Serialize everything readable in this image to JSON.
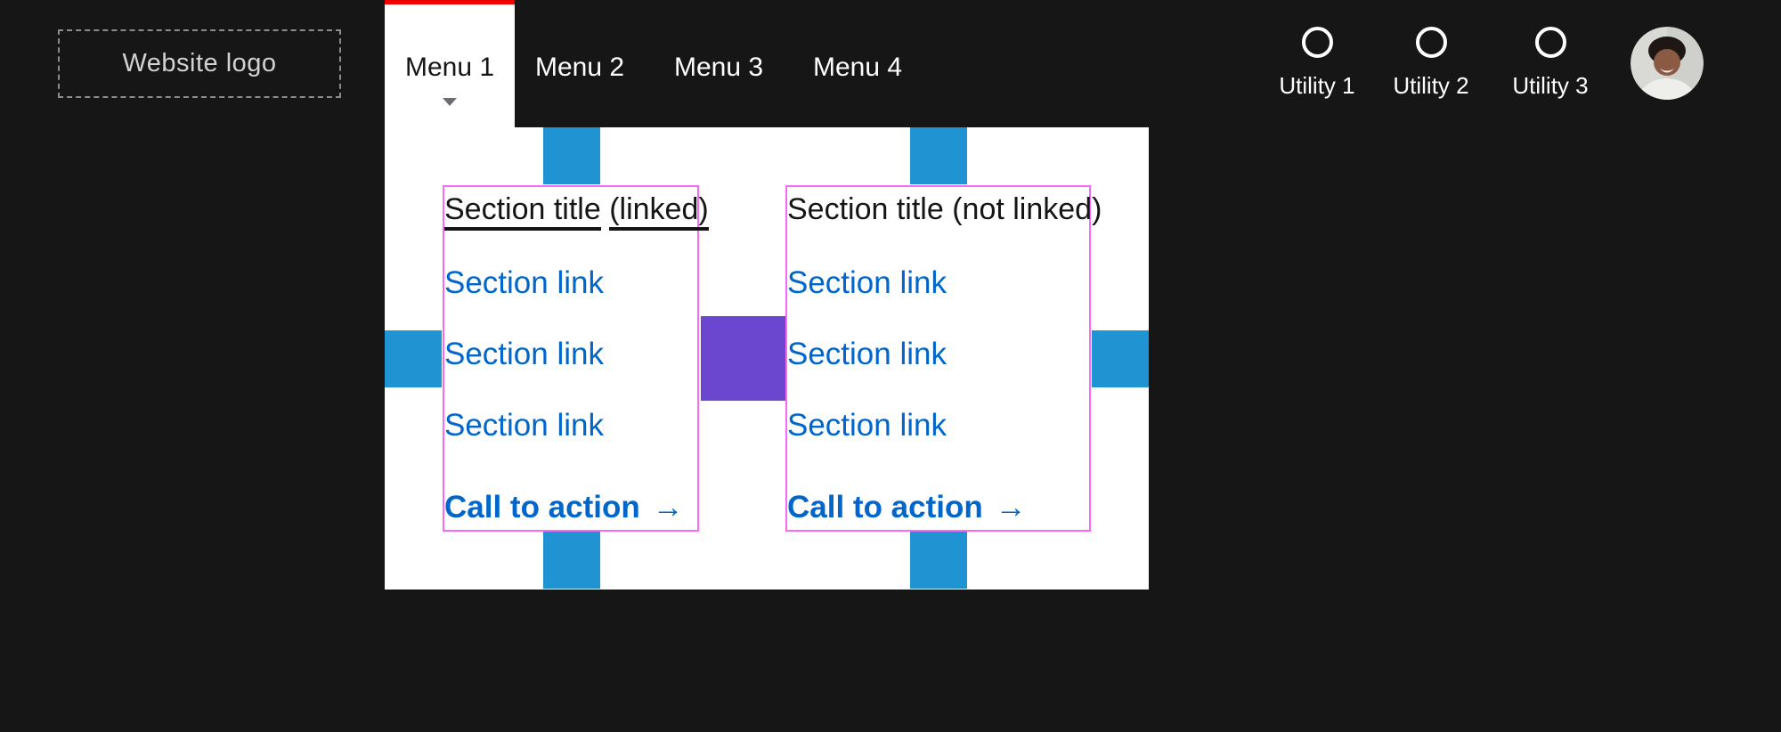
{
  "header": {
    "logo": {
      "label": "Website logo"
    },
    "menu": {
      "items": [
        {
          "label": "Menu 1",
          "active": true
        },
        {
          "label": "Menu 2",
          "active": false
        },
        {
          "label": "Menu 3",
          "active": false
        },
        {
          "label": "Menu 4",
          "active": false
        }
      ]
    },
    "utilities": [
      {
        "label": "Utility 1",
        "icon": "circle-icon"
      },
      {
        "label": "Utility 2",
        "icon": "circle-icon"
      },
      {
        "label": "Utility 3",
        "icon": "circle-icon"
      }
    ],
    "avatar": {
      "description": "user profile photo"
    }
  },
  "megamenu": {
    "sections": [
      {
        "title_main": "Section title",
        "title_suffix": "(linked)",
        "title_is_link": true,
        "links": [
          "Section link",
          "Section link",
          "Section link"
        ],
        "cta": "Call to action",
        "cta_arrow": "→"
      },
      {
        "title": "Section title (not linked)",
        "title_is_link": false,
        "links": [
          "Section link",
          "Section link",
          "Section link"
        ],
        "cta": "Call to action",
        "cta_arrow": "→"
      }
    ]
  },
  "icons": {
    "menu_caret": "triangle-down",
    "utility": "outlined-circle",
    "cta_arrow": "right-arrow"
  },
  "colors": {
    "page_bg": "#161616",
    "panel_bg": "#ffffff",
    "active_tab_indicator_red": "#ee0000",
    "link_blue": "#0066cc",
    "spacer_blue": "#2093d3",
    "spacer_purple": "#6b46cf",
    "section_outline_pink": "#f869f8",
    "text_dark": "#151515",
    "text_light": "#ffffff",
    "logo_text": "#d2d2d2",
    "caret_gray": "#6a6e73"
  }
}
